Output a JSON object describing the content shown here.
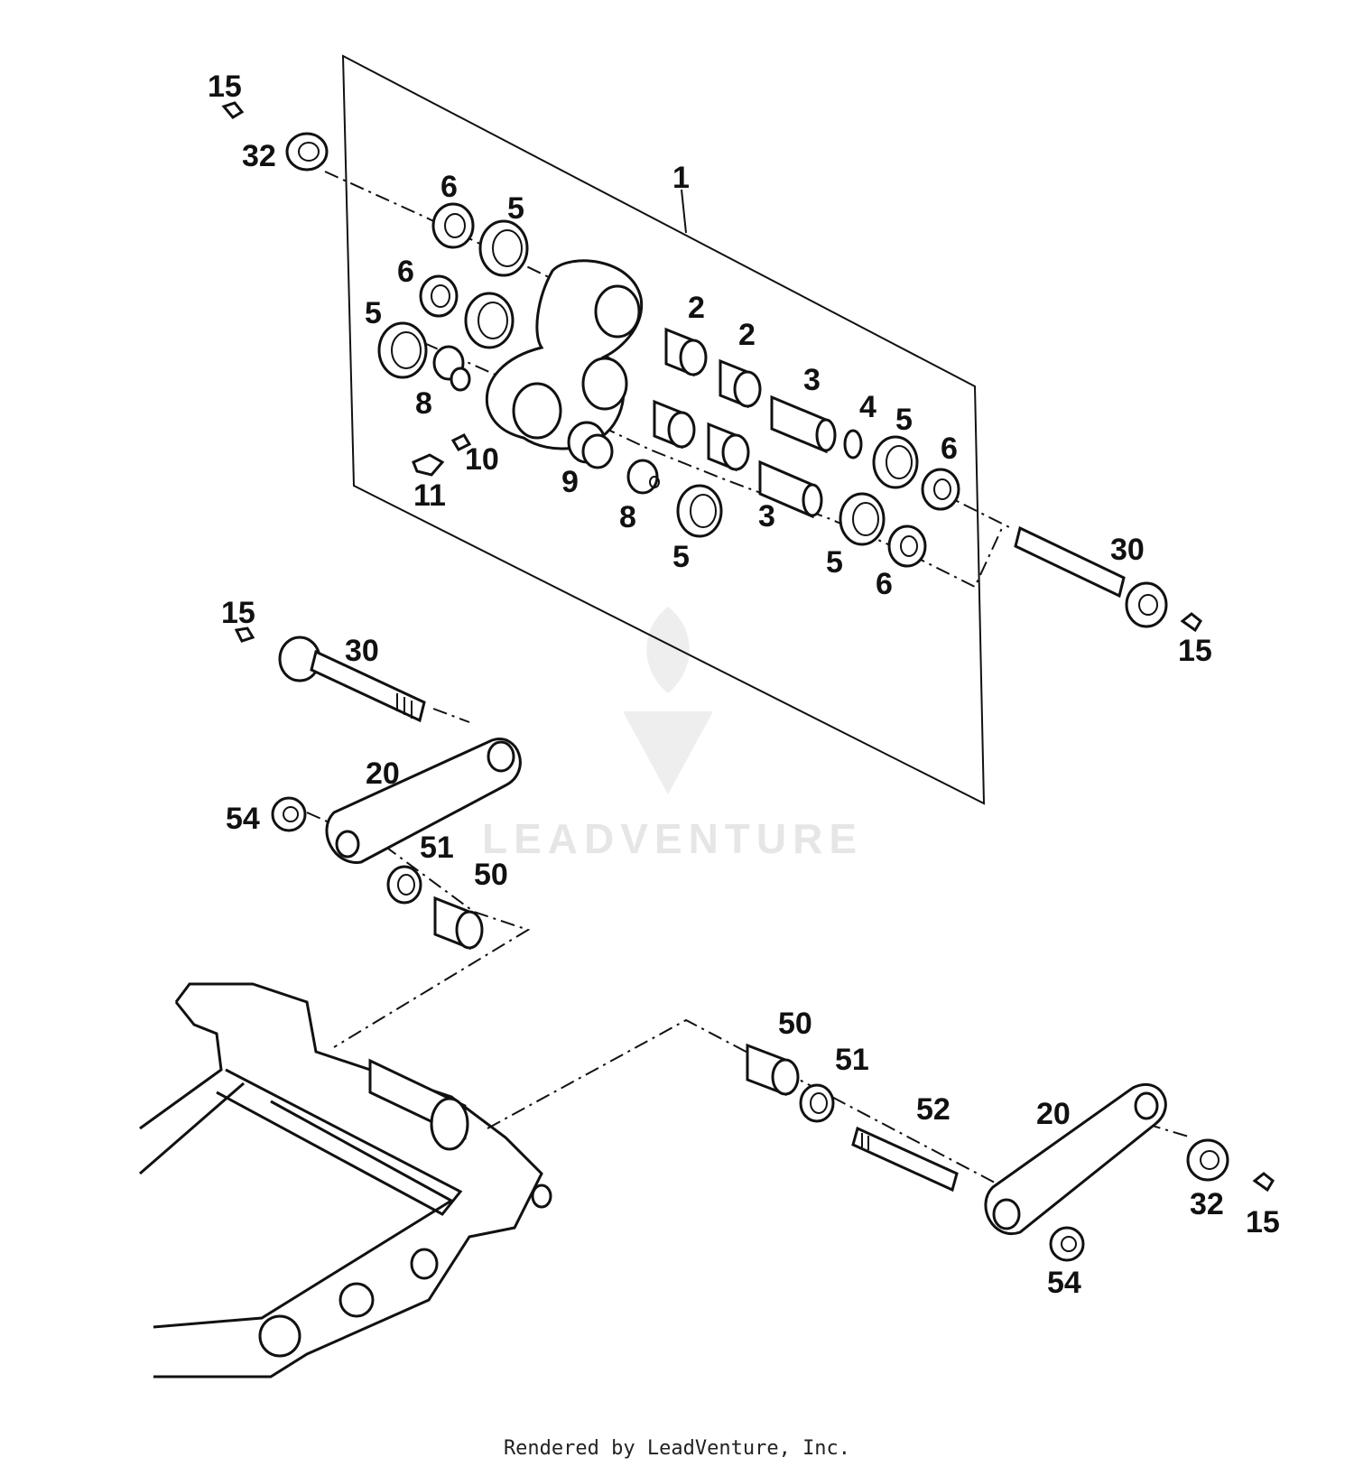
{
  "callouts": [
    {
      "id": "c15a",
      "text": "15"
    },
    {
      "id": "c32a",
      "text": "32"
    },
    {
      "id": "c6a",
      "text": "6"
    },
    {
      "id": "c5a",
      "text": "5"
    },
    {
      "id": "c1",
      "text": "1"
    },
    {
      "id": "c6b",
      "text": "6"
    },
    {
      "id": "c5b",
      "text": "5"
    },
    {
      "id": "c2a",
      "text": "2"
    },
    {
      "id": "c2b",
      "text": "2"
    },
    {
      "id": "c8a",
      "text": "8"
    },
    {
      "id": "c3a",
      "text": "3"
    },
    {
      "id": "c4",
      "text": "4"
    },
    {
      "id": "c5c",
      "text": "5"
    },
    {
      "id": "c6c",
      "text": "6"
    },
    {
      "id": "c10",
      "text": "10"
    },
    {
      "id": "c11",
      "text": "11"
    },
    {
      "id": "c9",
      "text": "9"
    },
    {
      "id": "c8b",
      "text": "8"
    },
    {
      "id": "c3b",
      "text": "3"
    },
    {
      "id": "c5d",
      "text": "5"
    },
    {
      "id": "c5e",
      "text": "5"
    },
    {
      "id": "c6d",
      "text": "6"
    },
    {
      "id": "c30a",
      "text": "30"
    },
    {
      "id": "c15b",
      "text": "15"
    },
    {
      "id": "c15c",
      "text": "15"
    },
    {
      "id": "c30b",
      "text": "30"
    },
    {
      "id": "c20a",
      "text": "20"
    },
    {
      "id": "c54a",
      "text": "54"
    },
    {
      "id": "c51a",
      "text": "51"
    },
    {
      "id": "c50a",
      "text": "50"
    },
    {
      "id": "c50b",
      "text": "50"
    },
    {
      "id": "c51b",
      "text": "51"
    },
    {
      "id": "c52",
      "text": "52"
    },
    {
      "id": "c20b",
      "text": "20"
    },
    {
      "id": "c32b",
      "text": "32"
    },
    {
      "id": "c15d",
      "text": "15"
    },
    {
      "id": "c54b",
      "text": "54"
    }
  ],
  "watermark": "LEADVENTURE",
  "credit": "Rendered by LeadVenture, Inc."
}
